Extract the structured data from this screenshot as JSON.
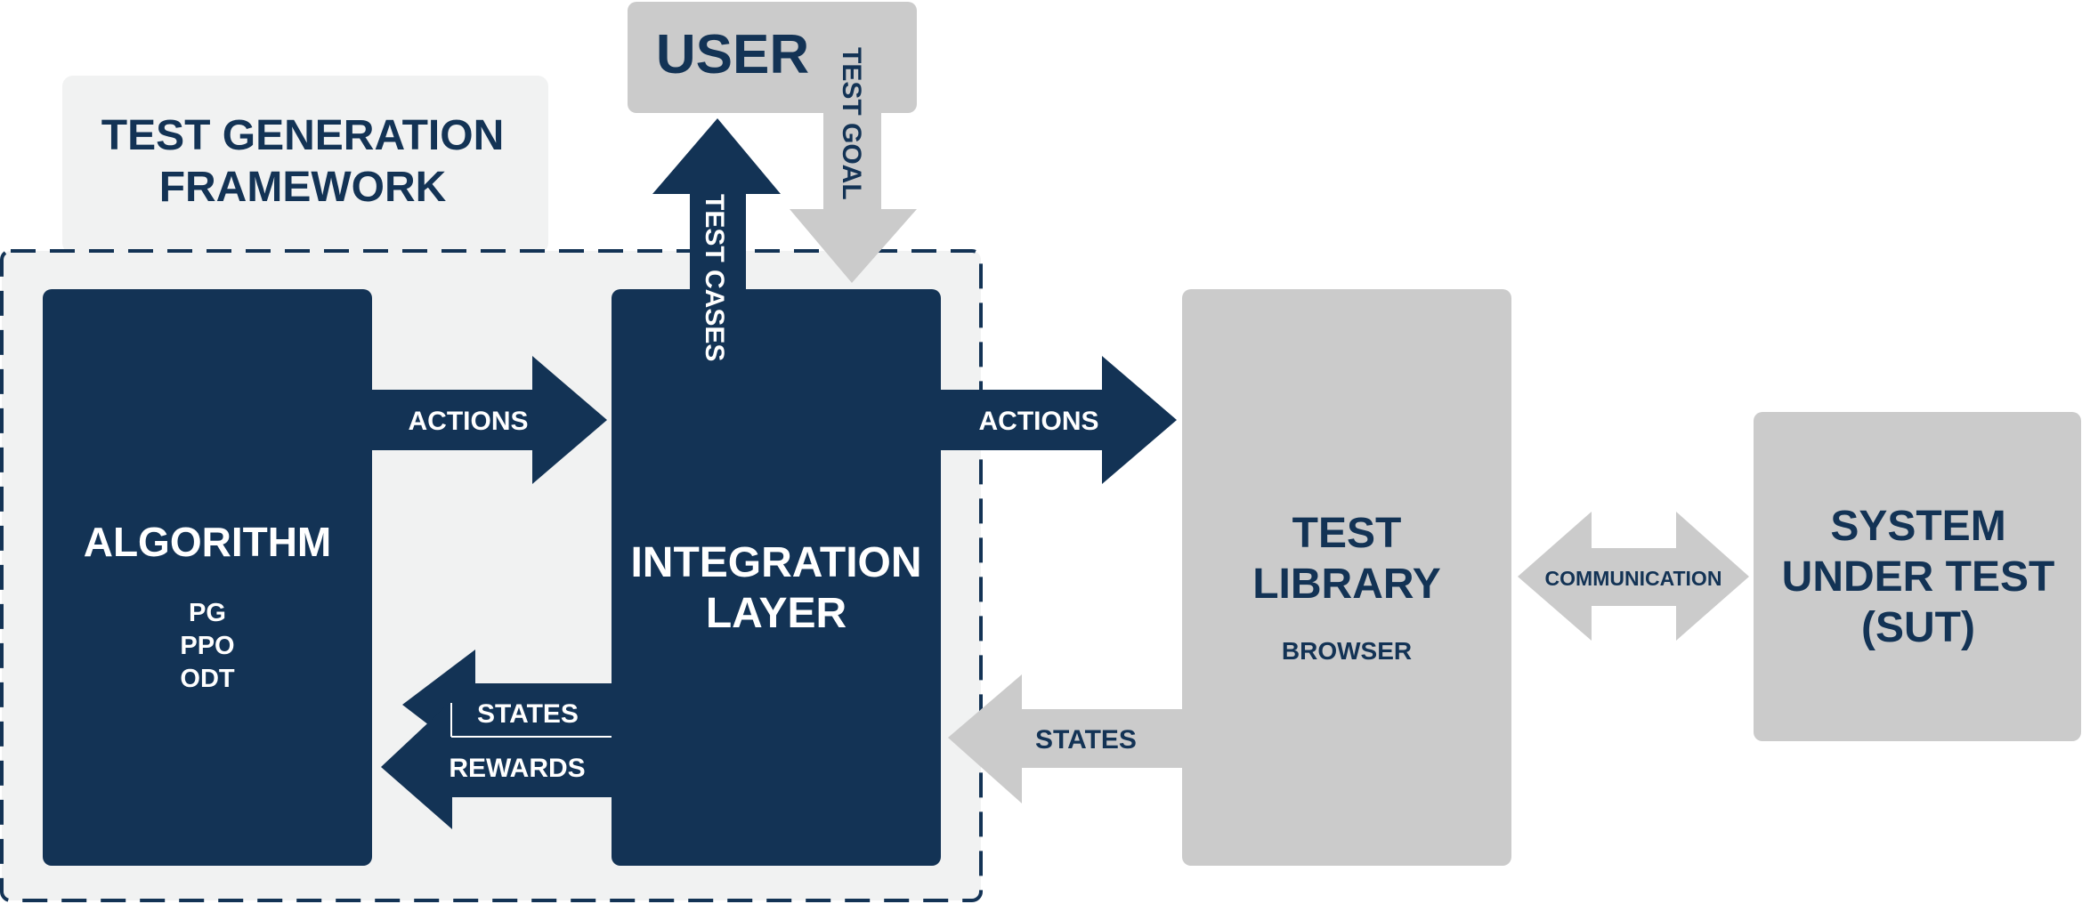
{
  "colors": {
    "navy": "#133355",
    "gray": "#cbcbcb",
    "light": "#f1f2f2",
    "white": "#ffffff"
  },
  "framework": {
    "title_line1": "TEST GENERATION",
    "title_line2": "FRAMEWORK"
  },
  "user": {
    "label": "USER"
  },
  "algorithm": {
    "title": "ALGORITHM",
    "items": [
      "PG",
      "PPO",
      "ODT"
    ]
  },
  "integration": {
    "title_line1": "INTEGRATION",
    "title_line2": "LAYER"
  },
  "test_library": {
    "title_line1": "TEST",
    "title_line2": "LIBRARY",
    "subtitle": "BROWSER"
  },
  "sut": {
    "title_line1": "SYSTEM",
    "title_line2": "UNDER TEST",
    "title_line3": "(SUT)"
  },
  "arrows": {
    "actions_left": "ACTIONS",
    "actions_right": "ACTIONS",
    "states_left": "STATES",
    "rewards": "REWARDS",
    "states_right": "STATES",
    "test_cases": "TEST CASES",
    "test_goal": "TEST GOAL",
    "communication": "COMMUNICATION"
  }
}
